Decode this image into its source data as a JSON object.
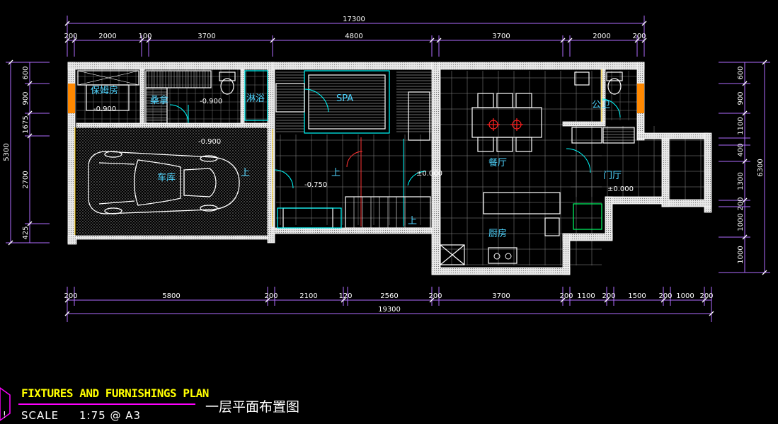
{
  "dims": {
    "overall_top": "17300",
    "top": [
      "200",
      "2000",
      "100",
      "3700",
      "4800",
      "3700",
      "2000",
      "200"
    ],
    "overall_bottom": "19300",
    "bottom": [
      "200",
      "5800",
      "200",
      "2100",
      "120",
      "2560",
      "200",
      "3700",
      "200",
      "1100",
      "200",
      "1500",
      "200",
      "1000",
      "200"
    ],
    "overall_left": "5300",
    "left": [
      "600",
      "900",
      "1675",
      "2700",
      "425"
    ],
    "overall_right": "6300",
    "right": [
      "600",
      "900",
      "1100",
      "400",
      "1300",
      "200",
      "1000",
      "1000"
    ]
  },
  "rooms": {
    "nanny": "保姆房",
    "sauna": "桑拿",
    "shower": "淋浴",
    "spa": "SPA",
    "garage": "车库",
    "dining": "餐厅",
    "public_wc": "公卫",
    "entry": "门厅",
    "kitchen": "厨房"
  },
  "levels": {
    "nanny": "-0.900",
    "sauna": "-0.900",
    "garage": "-0.900",
    "hall": "-0.750",
    "dining": "±0.000",
    "entry": "±0.000"
  },
  "stair_labels": {
    "garage_up": "上",
    "hall_up": "上",
    "stair_up": "上"
  },
  "title_block": {
    "title": "FIXTURES AND FURNISHINGS PLAN",
    "scale_label": "SCALE",
    "scale_value": "1:75 @ A3",
    "subtitle": "一层平面布置图"
  },
  "colors": {
    "background": "#000000",
    "dimension": "#b06cff",
    "wall": "#ffffff",
    "fixture": "#00ffff",
    "room_text": "#4fd5ff",
    "grid": "#8a8a8a",
    "title": "#ffff00",
    "accent": "#ff00ff",
    "hatch": "#ffcc00"
  }
}
